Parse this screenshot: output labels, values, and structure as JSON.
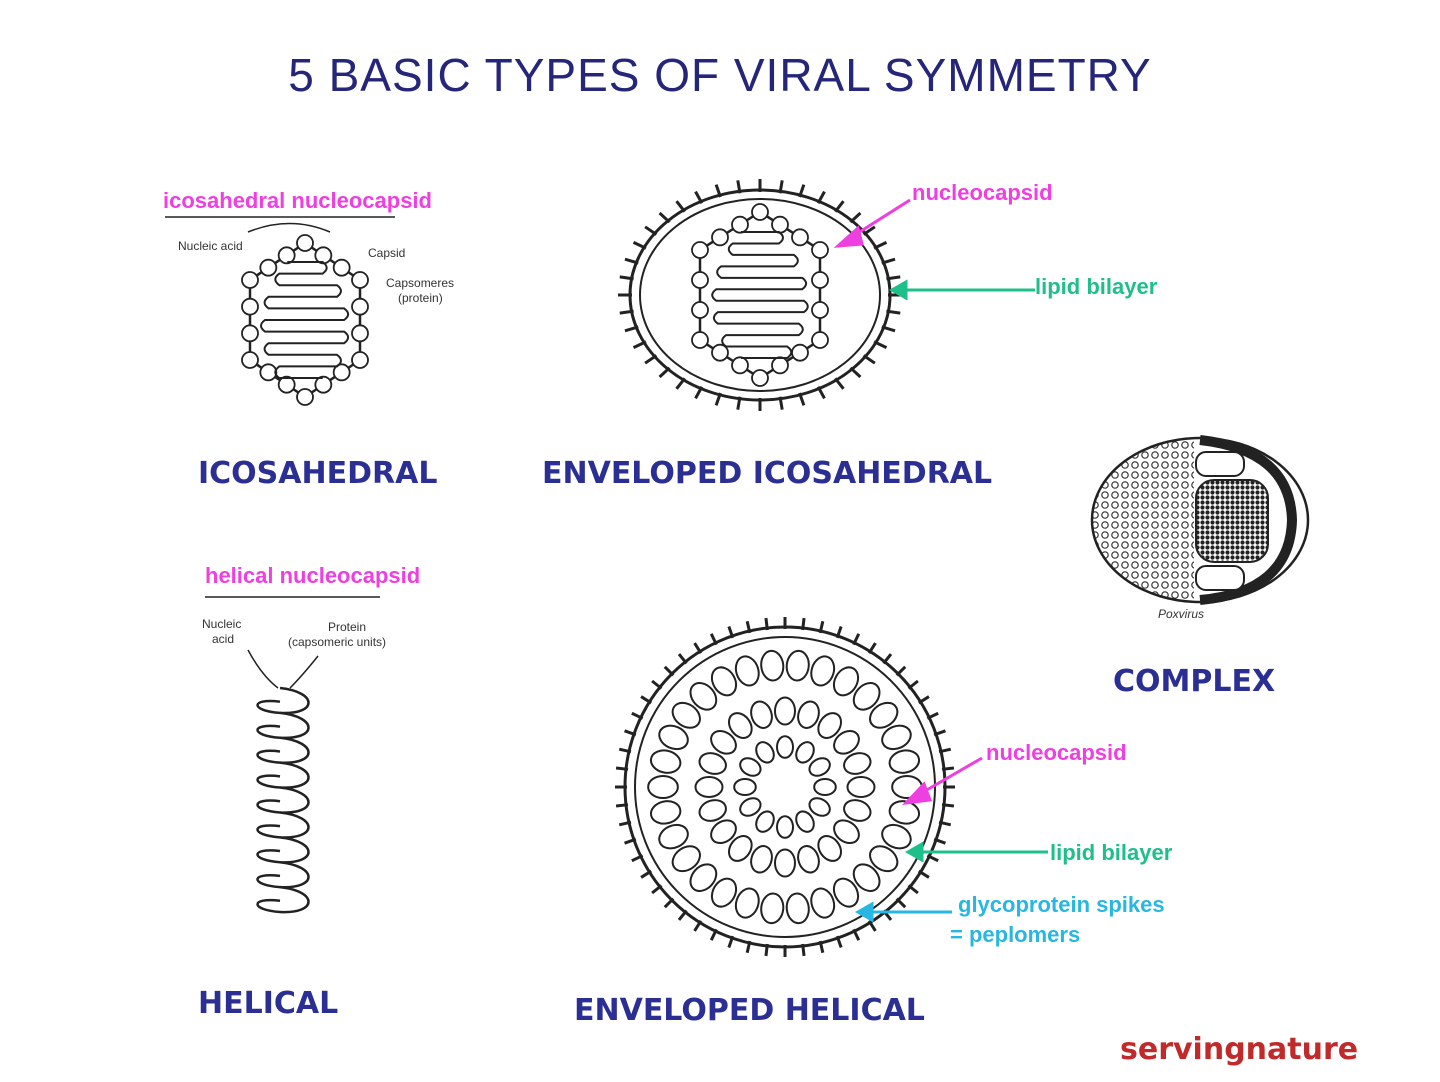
{
  "title": "5 BASIC TYPES OF VIRAL SYMMETRY",
  "types": {
    "icosahedral": "ICOSAHEDRAL",
    "enveloped_icosahedral": "ENVELOPED ICOSAHEDRAL",
    "complex": "COMPLEX",
    "helical": "HELICAL",
    "enveloped_helical": "ENVELOPED HELICAL"
  },
  "annotations": {
    "icosahedral_nucleocapsid": "icosahedral nucleocapsid",
    "nucleic_acid": "Nucleic acid",
    "capsid": "Capsid",
    "capsomeres": "Capsomeres",
    "proteins": "(protein)",
    "helical_nucleocapsid": "helical nucleocapsid",
    "helical_nucleic": "Nucleic",
    "helical_acid": "acid",
    "helical_protein": "Protein",
    "helical_units": "(capsomeric units)",
    "nucleocapsid": "nucleocapsid",
    "lipid_bilayer": "lipid bilayer",
    "glycoprotein_spikes": "glycoprotein spikes",
    "peplomers": "= peplomers",
    "poxvirus": "Poxvirus"
  },
  "credit": "servingnature",
  "colors": {
    "title": "#25257a",
    "type_label": "#2b2f93",
    "pink": "#ee3fe0",
    "green": "#1fbf8a",
    "cyan": "#28b6e2",
    "credit": "#c12a2a"
  }
}
